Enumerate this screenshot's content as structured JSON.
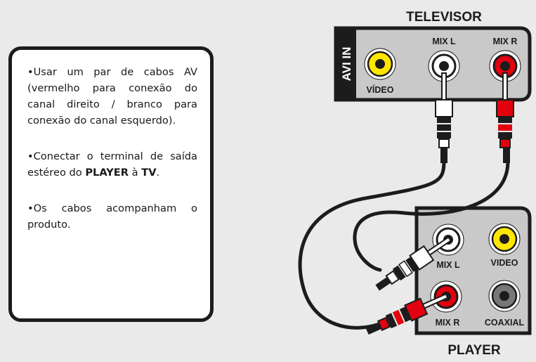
{
  "instructions": {
    "item1": "•Usar um par de cabos AV (vermelho para conexão do canal direito / branco para conexão do canal esquerdo).",
    "item2_prefix": "•Conectar o terminal de saída estéreo do ",
    "item2_player": "PLAYER",
    "item2_mid": " à ",
    "item2_tv": "TV",
    "item2_suffix": ".",
    "item3": "•Os cabos acompanham o produto."
  },
  "television": {
    "title": "TELEVISOR",
    "panel_label": "AVI IN",
    "jack_video": "VÍDEO",
    "jack_mix_l": "MIX L",
    "jack_mix_r": "MIX R"
  },
  "player": {
    "title": "PLAYER",
    "jack_mix_l": "MIX L",
    "jack_video": "VIDEO",
    "jack_mix_r": "MIX R",
    "jack_coaxial": "COAXIAL"
  },
  "colors": {
    "left_channel": "#ffffff",
    "right_channel": "#e3000f",
    "video": "#ffe600",
    "coaxial": "#777777",
    "panel": "#c9c9c9",
    "outline": "#1c1c1c"
  }
}
